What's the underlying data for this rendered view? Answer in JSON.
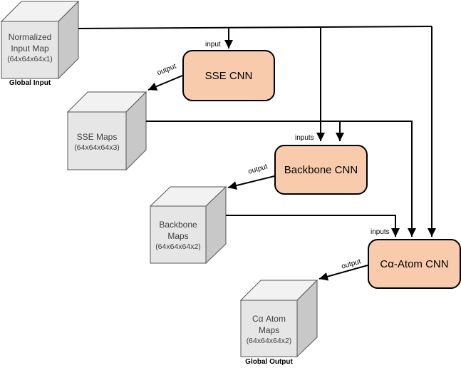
{
  "cubes": {
    "global_input": {
      "title": "Normalized Input Map",
      "title_line1": "Normalized",
      "title_line2": "Input Map",
      "dims": "(64x64x64x1)",
      "caption": "Global Input"
    },
    "sse_maps": {
      "title_line1": "SSE Maps",
      "dims": "(64x64x64x3)"
    },
    "backbone_maps": {
      "title_line1": "Backbone",
      "title_line2": "Maps",
      "dims": "(64x64x64x2)"
    },
    "ca_atom_maps": {
      "title_line1": "Cα Atom",
      "title_line2": "Maps",
      "dims": "(64x64x64x2)",
      "caption": "Global Output"
    }
  },
  "networks": {
    "sse_cnn": {
      "label": "SSE CNN",
      "input_label": "input",
      "output_label": "output"
    },
    "backbone_cnn": {
      "label": "Backbone CNN",
      "input_label": "inputs",
      "output_label": "output"
    },
    "ca_atom_cnn": {
      "label": "Cα-Atom CNN",
      "input_label": "inputs",
      "output_label": "output"
    }
  },
  "colors": {
    "cnn_fill": "#f7cbac",
    "cube_front": "#e6e6e6",
    "cube_top": "#f2f2f2",
    "cube_side": "#c8c8c8"
  }
}
